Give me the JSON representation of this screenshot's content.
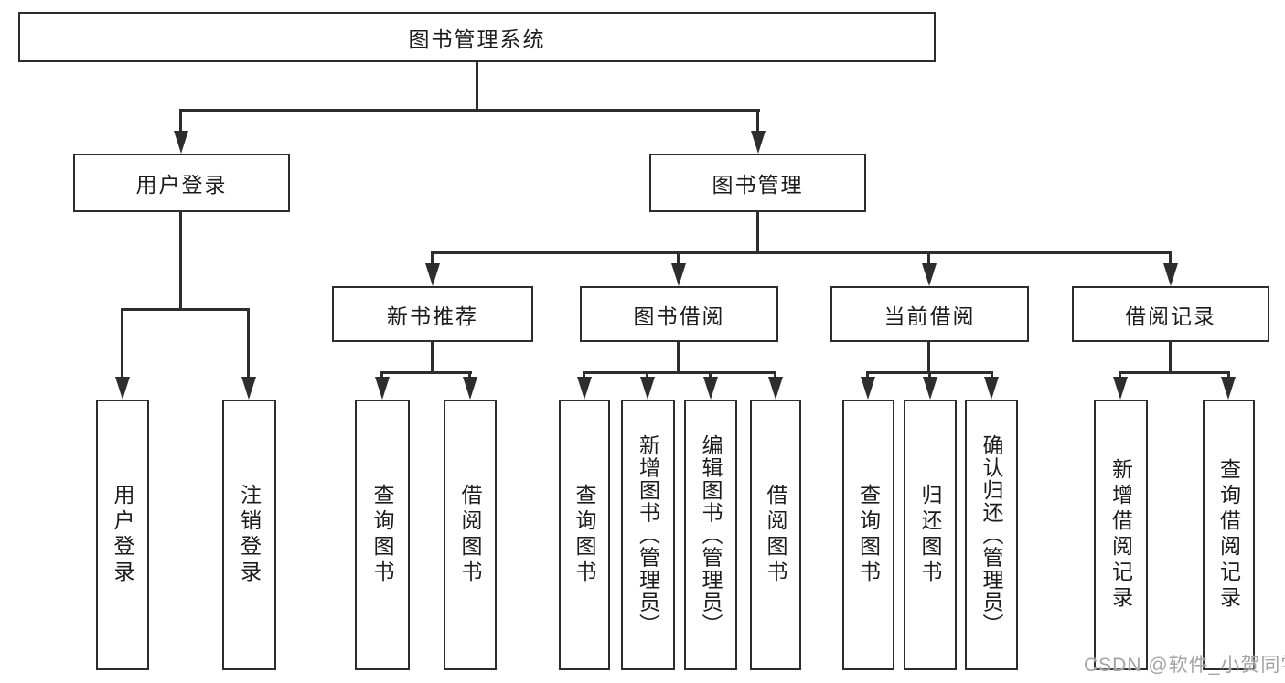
{
  "diagram_title": "图书管理系统",
  "colors": {
    "background": "#ffffff",
    "line": "#2d2d2d",
    "box_border": "#2d2d2d",
    "text": "#1c1c1c",
    "watermark": "#a3a3a3"
  },
  "tree": {
    "label": "图书管理系统",
    "children": [
      {
        "label": "用户登录",
        "children": [
          {
            "label": "用户登录"
          },
          {
            "label": "注销登录"
          }
        ]
      },
      {
        "label": "图书管理",
        "children": [
          {
            "label": "新书推荐",
            "children": [
              {
                "label": "查询图书"
              },
              {
                "label": "借阅图书"
              }
            ]
          },
          {
            "label": "图书借阅",
            "children": [
              {
                "label": "查询图书"
              },
              {
                "label": "新增图书（管理员）"
              },
              {
                "label": "编辑图书（管理员）"
              },
              {
                "label": "借阅图书"
              }
            ]
          },
          {
            "label": "当前借阅",
            "children": [
              {
                "label": "查询图书"
              },
              {
                "label": "归还图书"
              },
              {
                "label": "确认归还（管理员）"
              }
            ]
          },
          {
            "label": "借阅记录",
            "children": [
              {
                "label": "新增借阅记录"
              },
              {
                "label": "查询借阅记录"
              }
            ]
          }
        ]
      }
    ]
  },
  "watermark": {
    "text": "CSDN @软件_小贺同学"
  }
}
